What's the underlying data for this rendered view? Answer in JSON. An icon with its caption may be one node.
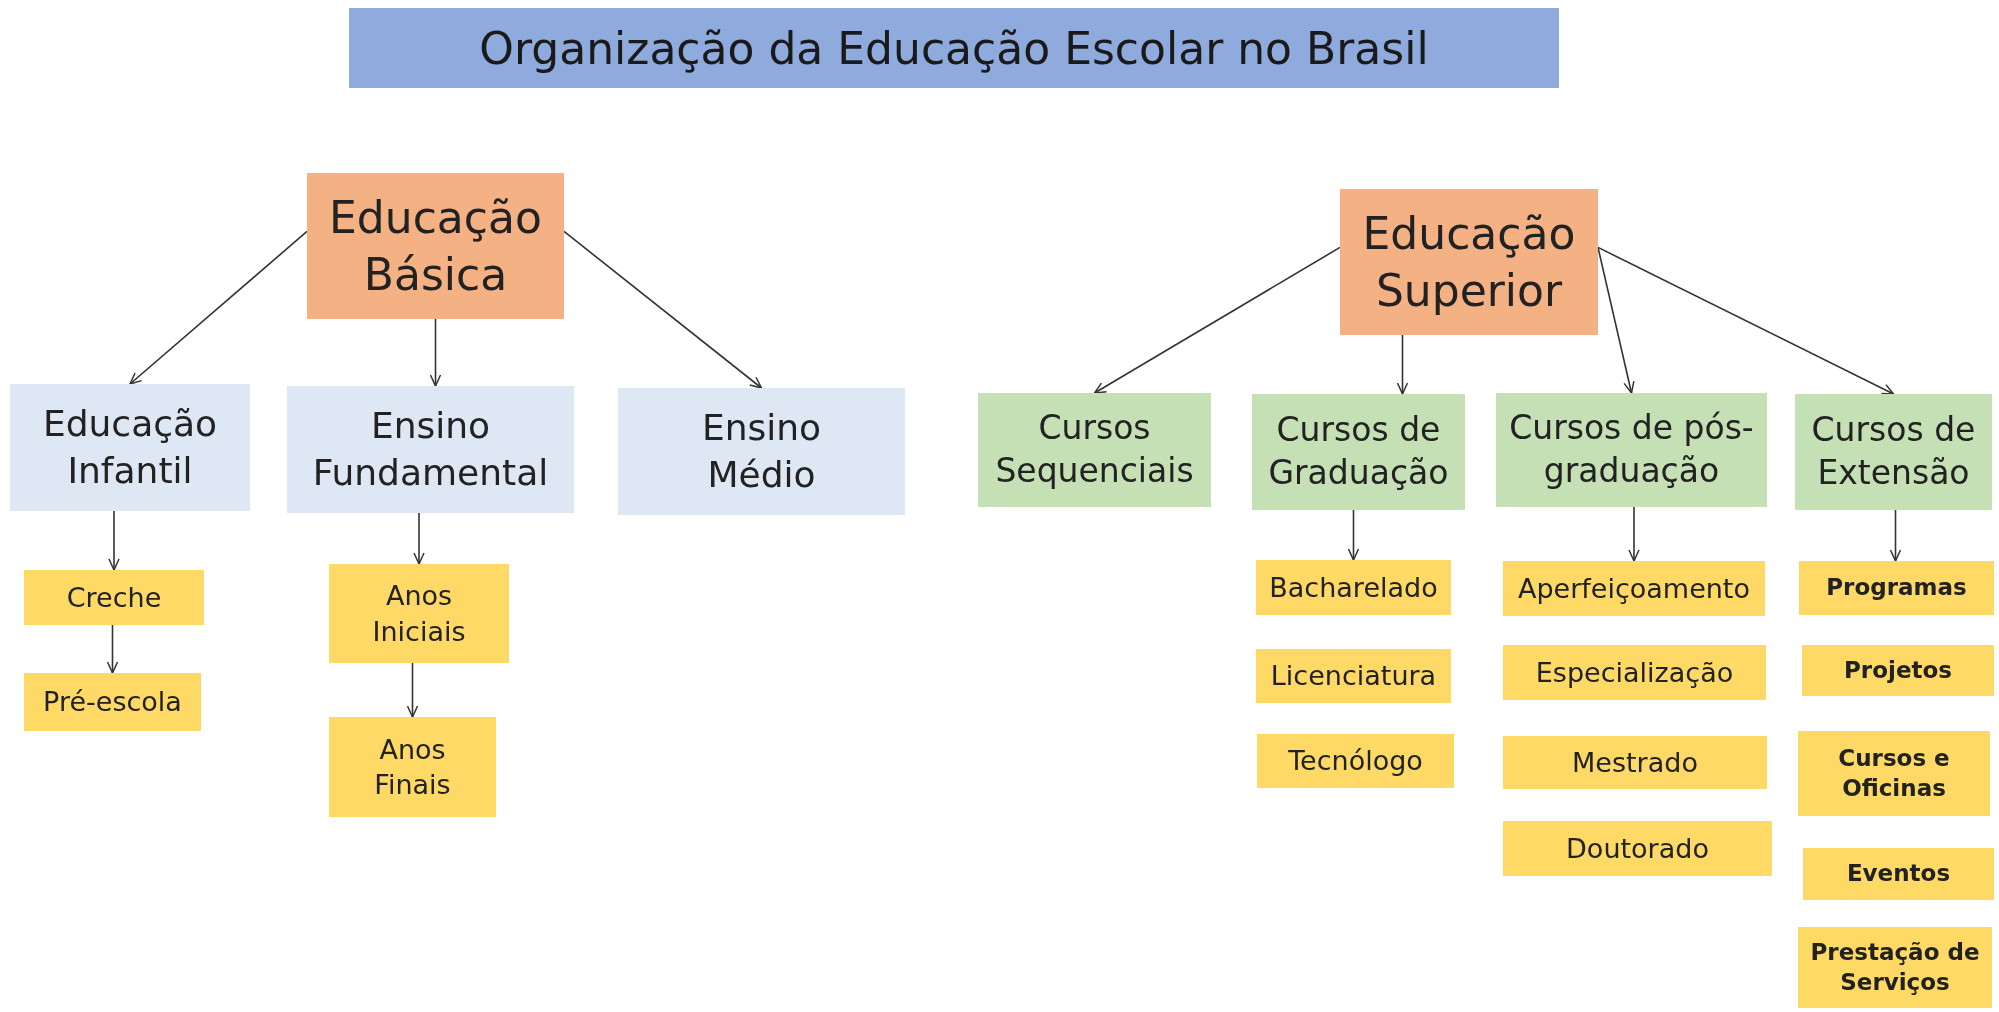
{
  "diagram": {
    "title": "Organização da Educação Escolar no Brasil",
    "nodes": [
      {
        "text": [
          "Educação Básica"
        ]
      },
      {
        "text": [
          "Educação Superior"
        ]
      },
      {
        "text": [
          "Educação Infantil"
        ]
      },
      {
        "text": [
          "Ensino Fundamental"
        ]
      },
      {
        "text": [
          "Ensino Médio"
        ]
      },
      {
        "text": [
          "Cursos Sequenciais"
        ]
      },
      {
        "text": [
          "Cursos de Graduação"
        ]
      },
      {
        "text": [
          "Cursos de pós-graduação"
        ]
      },
      {
        "text": [
          "Cursos de Extensão"
        ]
      },
      {
        "text": [
          "Creche"
        ]
      },
      {
        "text": [
          "Pré-escola"
        ]
      },
      {
        "text": [
          "Anos Iniciais"
        ]
      },
      {
        "text": [
          "Anos Finais"
        ]
      },
      {
        "text": [
          "Bacharelado"
        ]
      },
      {
        "text": [
          "Licenciatura"
        ]
      },
      {
        "text": [
          "Tecnólogo"
        ]
      },
      {
        "text": [
          "Aperfeiçoamento"
        ]
      },
      {
        "text": [
          "Especialização"
        ]
      },
      {
        "text": [
          "Mestrado"
        ]
      },
      {
        "text": [
          "Doutorado"
        ]
      },
      {
        "text": [
          "Programas"
        ]
      },
      {
        "text": [
          "Projetos"
        ]
      },
      {
        "text": [
          "Cursos e Oficinas"
        ]
      },
      {
        "text": [
          "Eventos"
        ]
      },
      {
        "text": [
          "Prestação de Serviços"
        ]
      }
    ],
    "edges": [
      {
        "from": 0,
        "to": 2,
        "arrow": "to"
      },
      {
        "from": 0,
        "to": 3,
        "arrow": "to"
      },
      {
        "from": 0,
        "to": 4,
        "arrow": "to"
      },
      {
        "from": 1,
        "to": 5,
        "arrow": "to"
      },
      {
        "from": 1,
        "to": 6,
        "arrow": "to"
      },
      {
        "from": 1,
        "to": 7,
        "arrow": "to"
      },
      {
        "from": 1,
        "to": 8,
        "arrow": "to"
      },
      {
        "from": 2,
        "to": 9,
        "arrow": "to"
      },
      {
        "from": 9,
        "to": 10,
        "arrow": "to"
      },
      {
        "from": 3,
        "to": 11,
        "arrow": "to"
      },
      {
        "from": 11,
        "to": 12,
        "arrow": "to"
      },
      {
        "from": 6,
        "to": 13,
        "arrow": "to"
      },
      {
        "from": 7,
        "to": 16,
        "arrow": "to"
      },
      {
        "from": 8,
        "to": 20,
        "arrow": "to"
      }
    ]
  }
}
